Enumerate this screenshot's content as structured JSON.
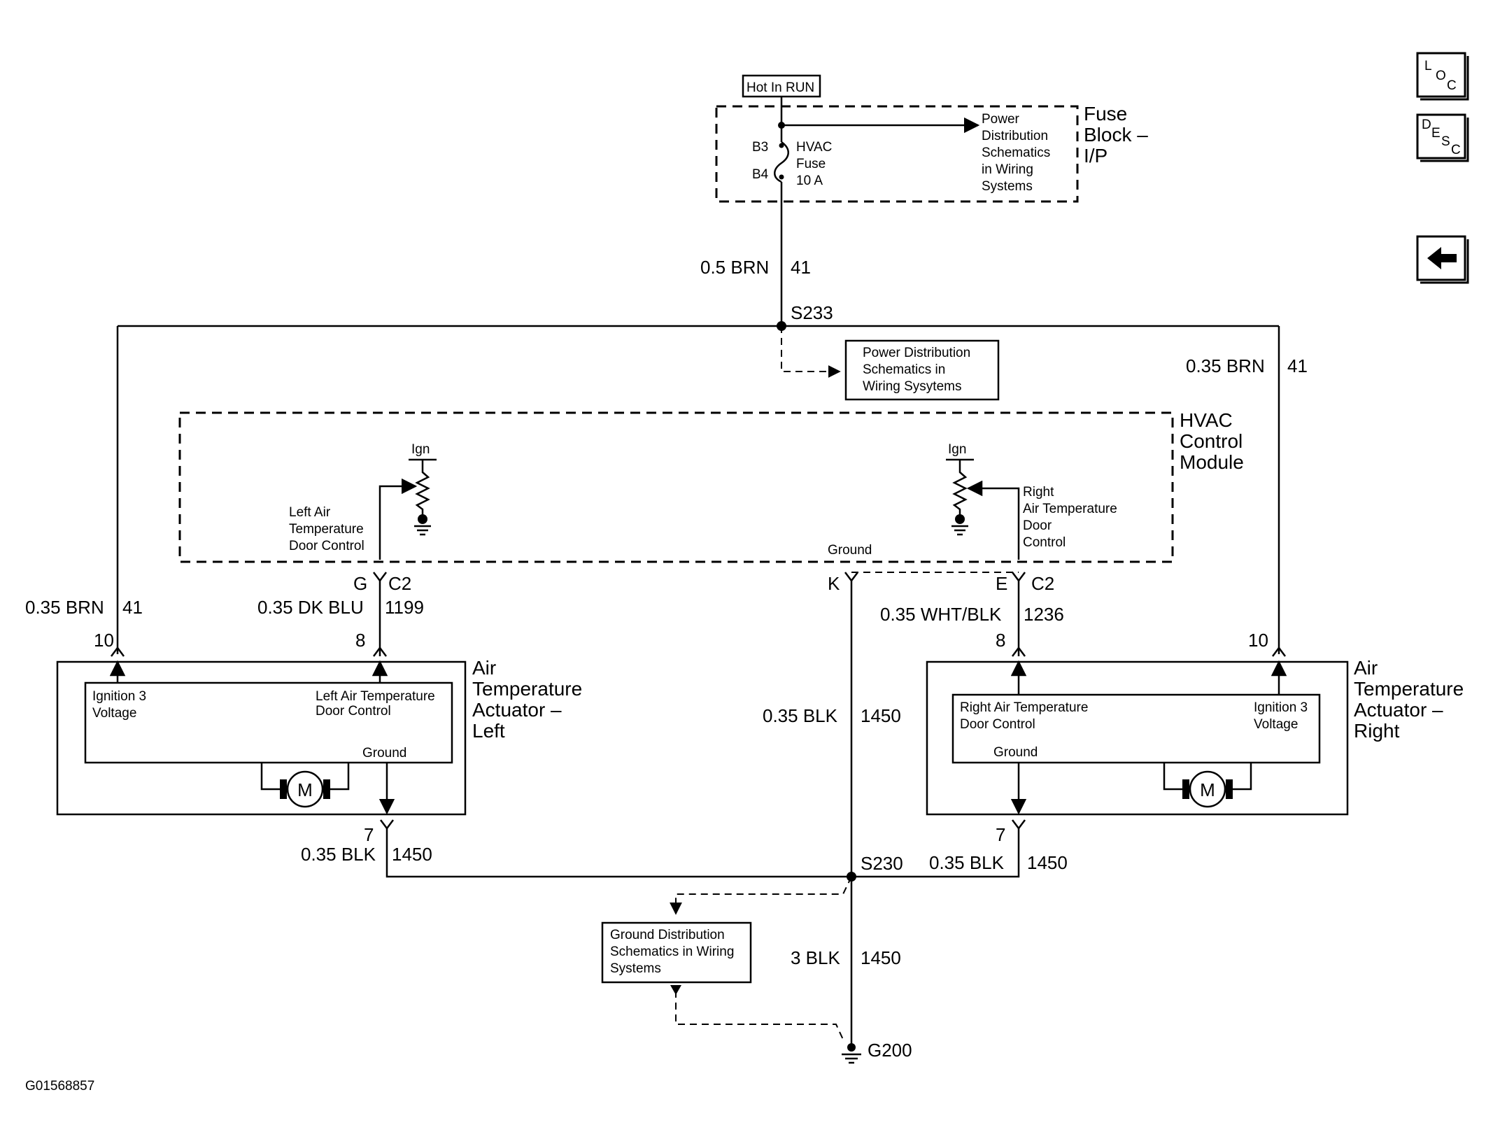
{
  "hot_in_run": "Hot In RUN",
  "fuse_block": {
    "title_lines": [
      "Fuse",
      "Block –",
      "I/P"
    ],
    "pin_b3": "B3",
    "pin_b4": "B4",
    "fuse_lines": [
      "HVAC",
      "Fuse",
      "10 A"
    ],
    "power_dist_lines": [
      "Power",
      "Distribution",
      "Schematics",
      "in Wiring",
      "Systems"
    ]
  },
  "wires": {
    "top_wire_size": "0.5 BRN",
    "top_wire_circuit": "41",
    "splice_s233": "S233",
    "right_feed_size": "0.35 BRN",
    "right_feed_circuit": "41",
    "left_feed_size": "0.35 BRN",
    "left_feed_circuit": "41",
    "left_ctrl_size": "0.35 DK BLU",
    "left_ctrl_circuit": "1199",
    "right_ctrl_size": "0.35 WHT/BLK",
    "right_ctrl_circuit": "1236",
    "center_gnd_size": "0.35 BLK",
    "center_gnd_circuit": "1450",
    "left_gnd_size": "0.35 BLK",
    "left_gnd_circuit": "1450",
    "right_gnd_size": "0.35 BLK",
    "right_gnd_circuit": "1450",
    "main_gnd_size": "3 BLK",
    "main_gnd_circuit": "1450",
    "splice_s230": "S230",
    "ground_g200": "G200"
  },
  "power_dist_box_lines": [
    "Power Distribution",
    "Schematics in",
    "Wiring Sysytems"
  ],
  "hvac_module": {
    "title_lines": [
      "HVAC",
      "Control",
      "Module"
    ],
    "ign_left": "Ign",
    "ign_right": "Ign",
    "left_ctrl_lines": [
      "Left Air",
      "Temperature",
      "Door Control"
    ],
    "right_ctrl_lines": [
      "Right",
      "Air Temperature",
      "Door",
      "Control"
    ],
    "ground_label": "Ground",
    "pin_g": "G",
    "pin_k": "K",
    "pin_e": "E",
    "conn_left": "C2",
    "conn_right": "C2"
  },
  "left_actuator": {
    "title_lines": [
      "Air",
      "Temperature",
      "Actuator –",
      "Left"
    ],
    "pin_10": "10",
    "pin_8": "8",
    "pin_7": "7",
    "ign_lines": [
      "Ignition 3",
      "Voltage"
    ],
    "ctrl_lines": [
      "Left Air Temperature",
      "Door Control"
    ],
    "ground": "Ground",
    "motor": "M"
  },
  "right_actuator": {
    "title_lines": [
      "Air",
      "Temperature",
      "Actuator –",
      "Right"
    ],
    "pin_10": "10",
    "pin_8": "8",
    "pin_7": "7",
    "ign_lines": [
      "Ignition 3",
      "Voltage"
    ],
    "ctrl_lines": [
      "Right Air Temperature",
      "Door Control"
    ],
    "ground": "Ground",
    "motor": "M"
  },
  "ground_dist_box_lines": [
    "Ground Distribution",
    "Schematics in Wiring",
    "Systems"
  ],
  "figure_id": "G01568857",
  "nav": {
    "loc": [
      "L",
      "O",
      "C"
    ],
    "desc": [
      "D",
      "E",
      "S",
      "C"
    ],
    "back_icon": "back-arrow-icon"
  }
}
